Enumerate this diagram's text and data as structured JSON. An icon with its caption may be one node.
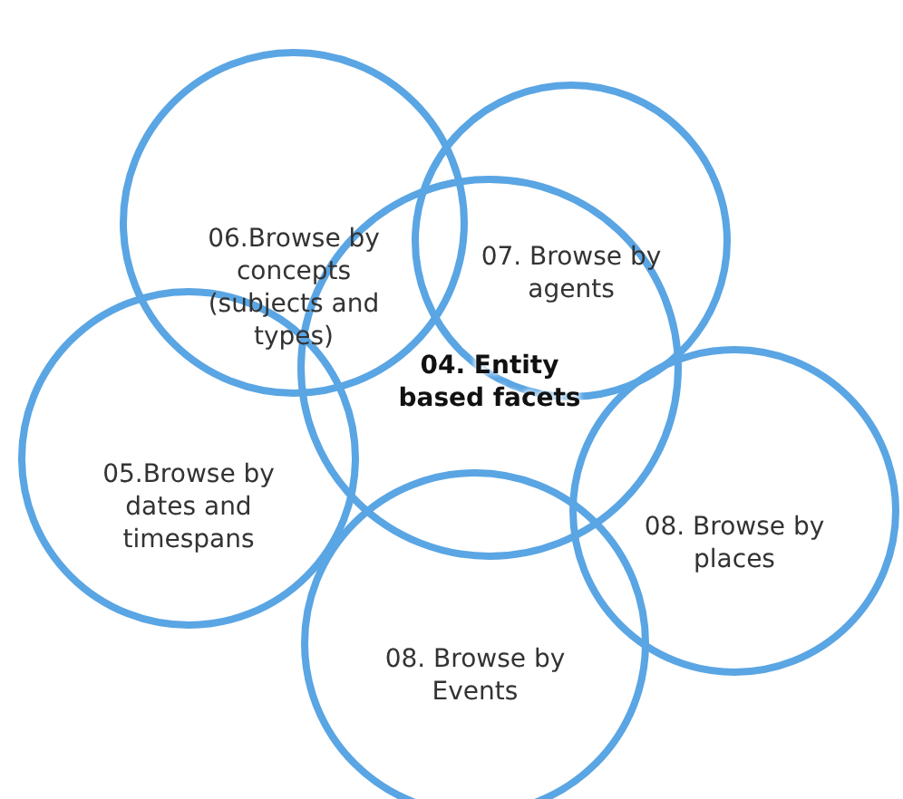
{
  "diagram": {
    "nodes": [
      {
        "text": [
          "06.Browse by concepts (subjects and types)"
        ]
      },
      {
        "text": [
          "07. Browse by agents"
        ]
      },
      {
        "text": [
          "04. Entity based facets"
        ]
      },
      {
        "text": [
          "05.Browse by dates and timespans"
        ]
      },
      {
        "text": [
          "08. Browse by places"
        ]
      },
      {
        "text": [
          "08. Browse by Events"
        ]
      }
    ]
  }
}
